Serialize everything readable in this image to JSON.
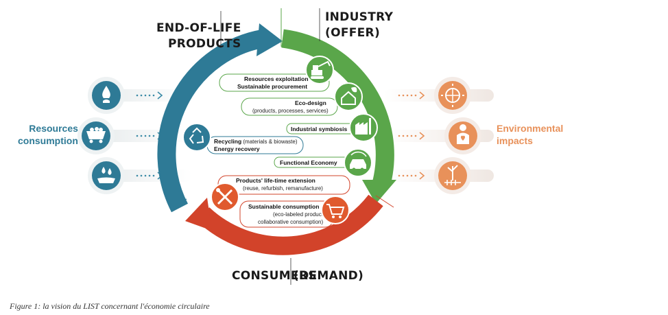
{
  "headings": {
    "end_of_life": [
      "END-OF-LIFE",
      "PRODUCTS"
    ],
    "industry": [
      "INDUSTRY",
      "(OFFER)"
    ],
    "consumers": "CONSUMERS",
    "demand": "(DEMAND)"
  },
  "side_labels": {
    "resources": [
      "Resources",
      "consumption"
    ],
    "impacts": [
      "Environmental",
      "impacts"
    ]
  },
  "colors": {
    "blue": "#2e7a96",
    "green": "#5aa64a",
    "red": "#d2432a",
    "orange_text": "#e8915a",
    "blue_text": "#2e7a96"
  },
  "left_icons": [
    "water-plant-icon",
    "mining-cart-icon",
    "water-drops-icon"
  ],
  "right_icons": [
    "sun-globe-icon",
    "person-heart-icon",
    "dead-tree-fish-icon"
  ],
  "items": [
    {
      "title": "Resources exploitation",
      "sub": "Sustainable procurement",
      "icon": "excavator-icon"
    },
    {
      "title": "Eco-design",
      "sub": "(products, processes, services)",
      "icon": "eco-house-icon"
    },
    {
      "title": "Industrial symbiosis",
      "sub": "",
      "icon": "factory-icon"
    },
    {
      "title": "Functional Economy",
      "sub": "",
      "icon": "car-share-icon"
    },
    {
      "title": "Products' life-time extension",
      "sub": "(reuse, refurbish, remanufacture)",
      "icon": "tools-icon"
    },
    {
      "title": "Sustainable consumption",
      "sub": "(eco-labeled products,",
      "sub2": "collaborative consumption)",
      "icon": "shopping-cart-icon"
    }
  ],
  "recycling": {
    "line1_bold": "Recycling",
    "line1_rest": " (materials & biowaste)",
    "line2": "Energy recovery",
    "icon": "recycle-icon"
  },
  "caption": "Figure 1: la vision du LIST concernant l'économie circulaire"
}
